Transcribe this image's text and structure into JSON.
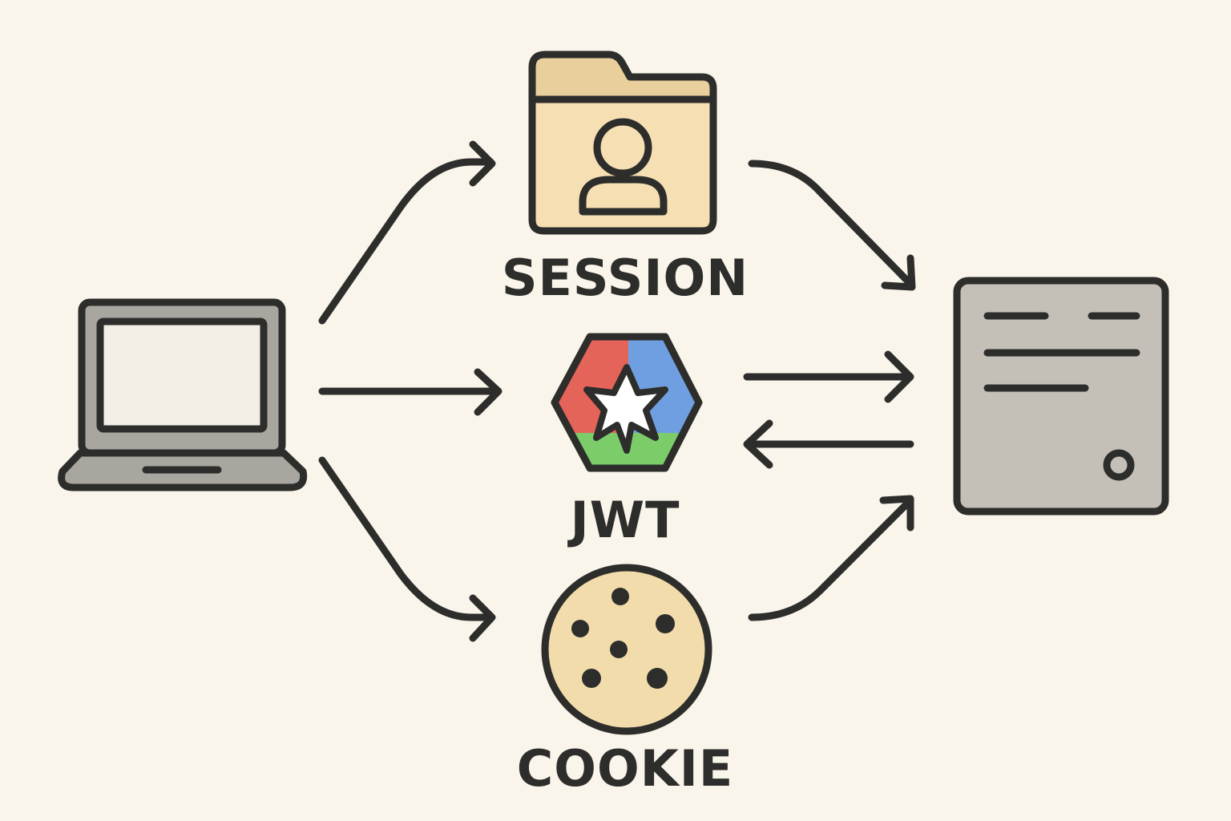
{
  "labels": {
    "session": "SESSION",
    "jwt": "JWT",
    "cookie": "COOKIE"
  },
  "icons": {
    "client": "laptop-icon",
    "session": "folder-user-icon",
    "jwt": "hexagon-star-icon",
    "cookie": "cookie-icon",
    "server": "server-icon"
  },
  "colors": {
    "background": "#faf5ea",
    "stroke": "#2d2d2b",
    "laptop_body": "#a9a6a0",
    "laptop_screen": "#f3efe6",
    "folder_tab": "#e8cf9b",
    "folder_body": "#f6dfb2",
    "jwt_red": "#e5645a",
    "jwt_blue": "#6f9fe0",
    "jwt_green": "#7ccc6a",
    "cookie": "#f2dcab",
    "server": "#c4c0b8"
  }
}
